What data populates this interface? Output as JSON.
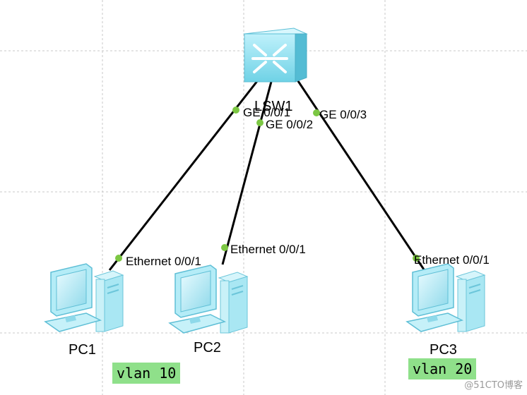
{
  "devices": {
    "switch": {
      "label": "LSW1"
    },
    "pc1": {
      "label": "PC1"
    },
    "pc2": {
      "label": "PC2"
    },
    "pc3": {
      "label": "PC3"
    }
  },
  "links": [
    {
      "from_port": "GE 0/0/1",
      "to_port": "Ethernet 0/0/1"
    },
    {
      "from_port": "GE 0/0/2",
      "to_port": "Ethernet 0/0/1"
    },
    {
      "from_port": "GE 0/0/3",
      "to_port": "Ethernet 0/0/1"
    }
  ],
  "vlans": {
    "left": "vlan 10",
    "right": "vlan 20"
  },
  "watermark": "@51CTO博客",
  "colors": {
    "grid": "#c8c8c8",
    "link": "#000000",
    "port_dot": "#7cc743",
    "vlan_bg": "#8fe08a",
    "device": "#9fe3ef"
  }
}
